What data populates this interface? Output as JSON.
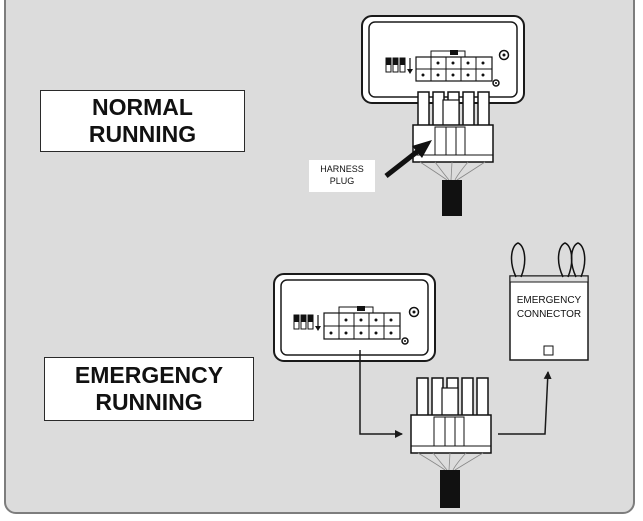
{
  "labels": {
    "normal_running": [
      "NORMAL",
      "RUNNING"
    ],
    "emergency_running": [
      "EMERGENCY",
      "RUNNING"
    ],
    "harness_plug": [
      "HARNESS",
      "PLUG"
    ],
    "emergency_connector": [
      "EMERGENCY",
      "CONNECTOR"
    ]
  },
  "colors": {
    "panel_background": "#dcdcdc",
    "panel_border": "#7d7d7d",
    "label_background": "#ffffff",
    "line": "#1a1a1a",
    "cable": "#111111"
  },
  "icons": [
    "control-module",
    "dip-switch",
    "terminal-block",
    "harness-plug",
    "cable",
    "emergency-connector",
    "arrow"
  ]
}
